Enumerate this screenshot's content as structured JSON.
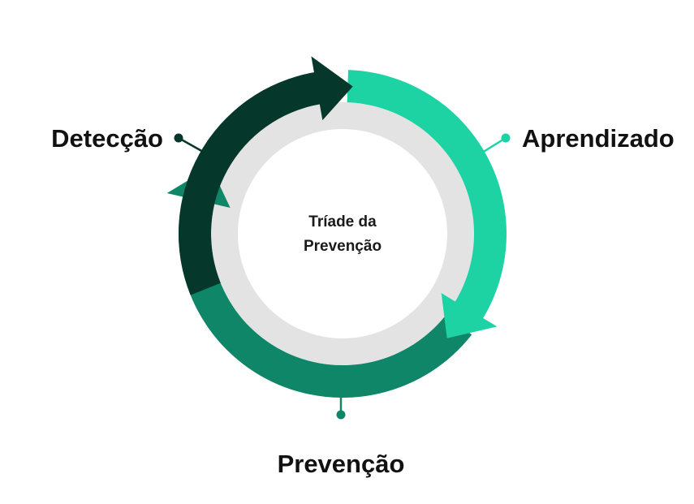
{
  "diagram": {
    "center": {
      "line1": "Tríade da",
      "line2": "Prevenção"
    },
    "stages": [
      {
        "id": "deteccao",
        "label": "Detecção",
        "color": "#06372b"
      },
      {
        "id": "aprendizado",
        "label": "Aprendizado",
        "color": "#1dd3a4"
      },
      {
        "id": "prevencao",
        "label": "Prevenção",
        "color": "#0e8667"
      }
    ],
    "colors": {
      "inner_ring": "#e3e3e3",
      "inner_disc": "#ffffff",
      "label_text": "#111111"
    }
  }
}
